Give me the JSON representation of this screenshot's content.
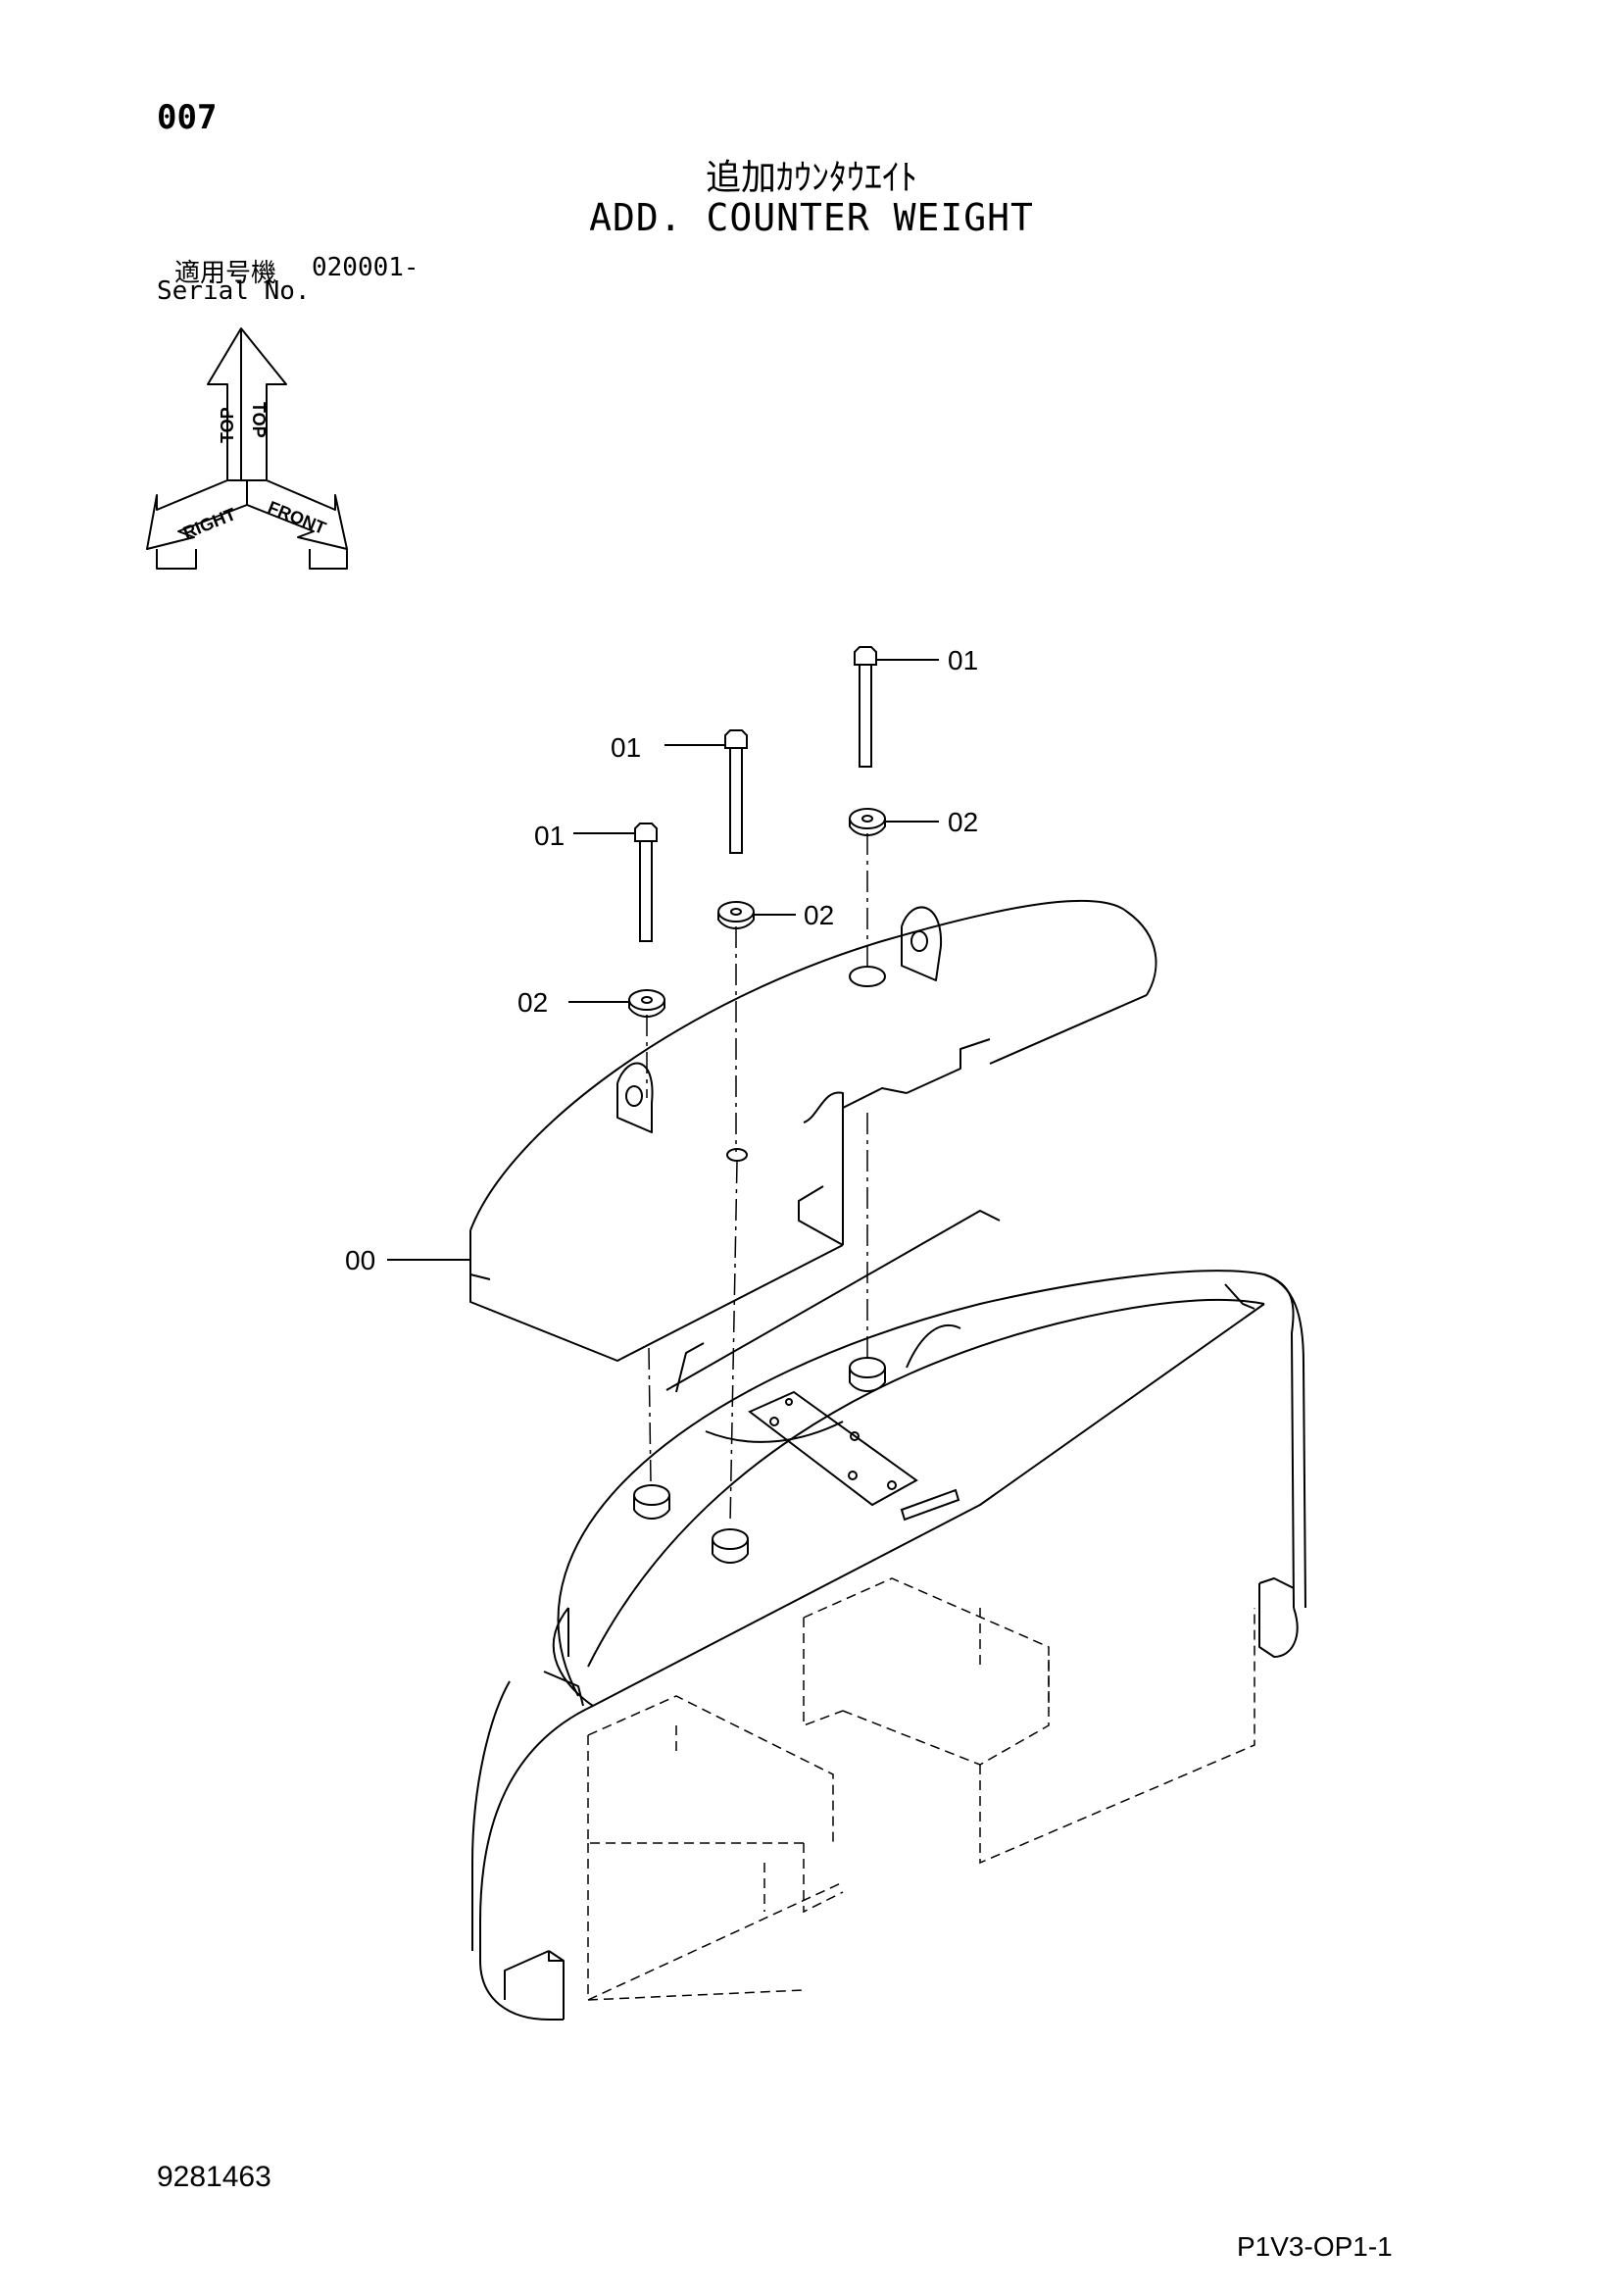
{
  "header": {
    "page_number": "007",
    "title_jp": "追加ｶｳﾝﾀｳｴｲﾄ",
    "title_en": "ADD. COUNTER WEIGHT",
    "serial_label_jp": "適用号機",
    "serial_range": "020001-",
    "serial_label_en": "Serial No."
  },
  "orientation_symbol": {
    "top_label": "TOP",
    "right_label": "RIGHT",
    "front_label": "FRONT"
  },
  "callouts": {
    "bolt": "01",
    "washer": "02",
    "counterweight": "00"
  },
  "footer": {
    "doc_number": "9281463",
    "sheet_code": "P1V3-OP1-1"
  },
  "colors": {
    "line": "#000000",
    "background": "#ffffff"
  }
}
